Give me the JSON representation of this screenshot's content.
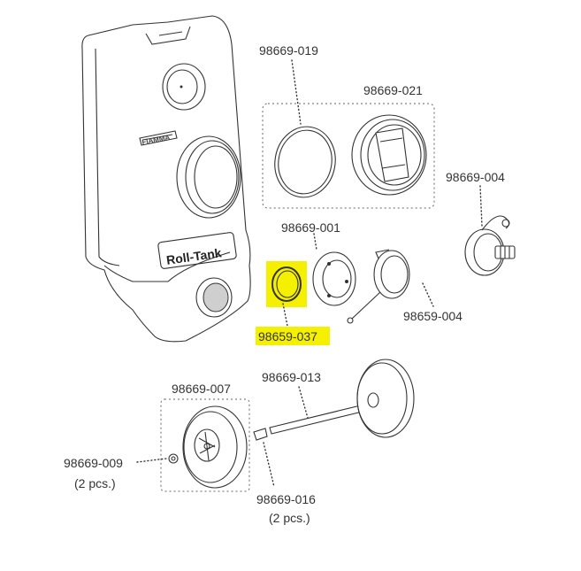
{
  "brand_text": "FIAMMA",
  "product_label": "Roll-Tank",
  "highlight_color": "#f5f000",
  "parts": {
    "p019": {
      "code": "98669-019"
    },
    "p021": {
      "code": "98669-021"
    },
    "p004a": {
      "code": "98669-004"
    },
    "p001": {
      "code": "98669-001"
    },
    "p037": {
      "code": "98659-037"
    },
    "p004b": {
      "code": "98659-004"
    },
    "p007": {
      "code": "98669-007"
    },
    "p013": {
      "code": "98669-013"
    },
    "p009": {
      "code": "98669-009",
      "qty": "(2 pcs.)"
    },
    "p016": {
      "code": "98669-016",
      "qty": "(2 pcs.)"
    }
  }
}
